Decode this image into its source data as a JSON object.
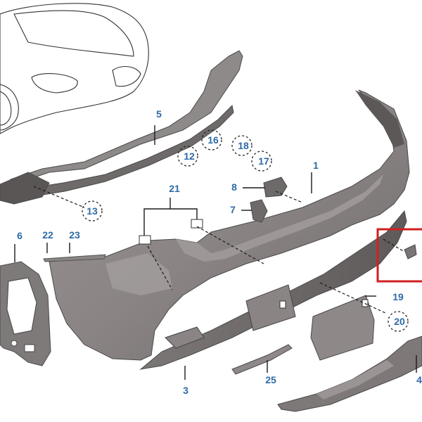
{
  "callouts": {
    "c1": "1",
    "c3": "3",
    "c4": "4",
    "c5": "5",
    "c6": "6",
    "c7": "7",
    "c8": "8",
    "c12": "12",
    "c13": "13",
    "c16": "16",
    "c17": "17",
    "c18": "18",
    "c19": "19",
    "c20": "20",
    "c21": "21",
    "c22": "22",
    "c23": "23",
    "c25": "25"
  },
  "colors": {
    "callout_text": "#2d6aa6",
    "highlight_box": "#d11f1f",
    "bumper_fill": "#8c8686",
    "bumper_dark": "#6f6a6a"
  }
}
